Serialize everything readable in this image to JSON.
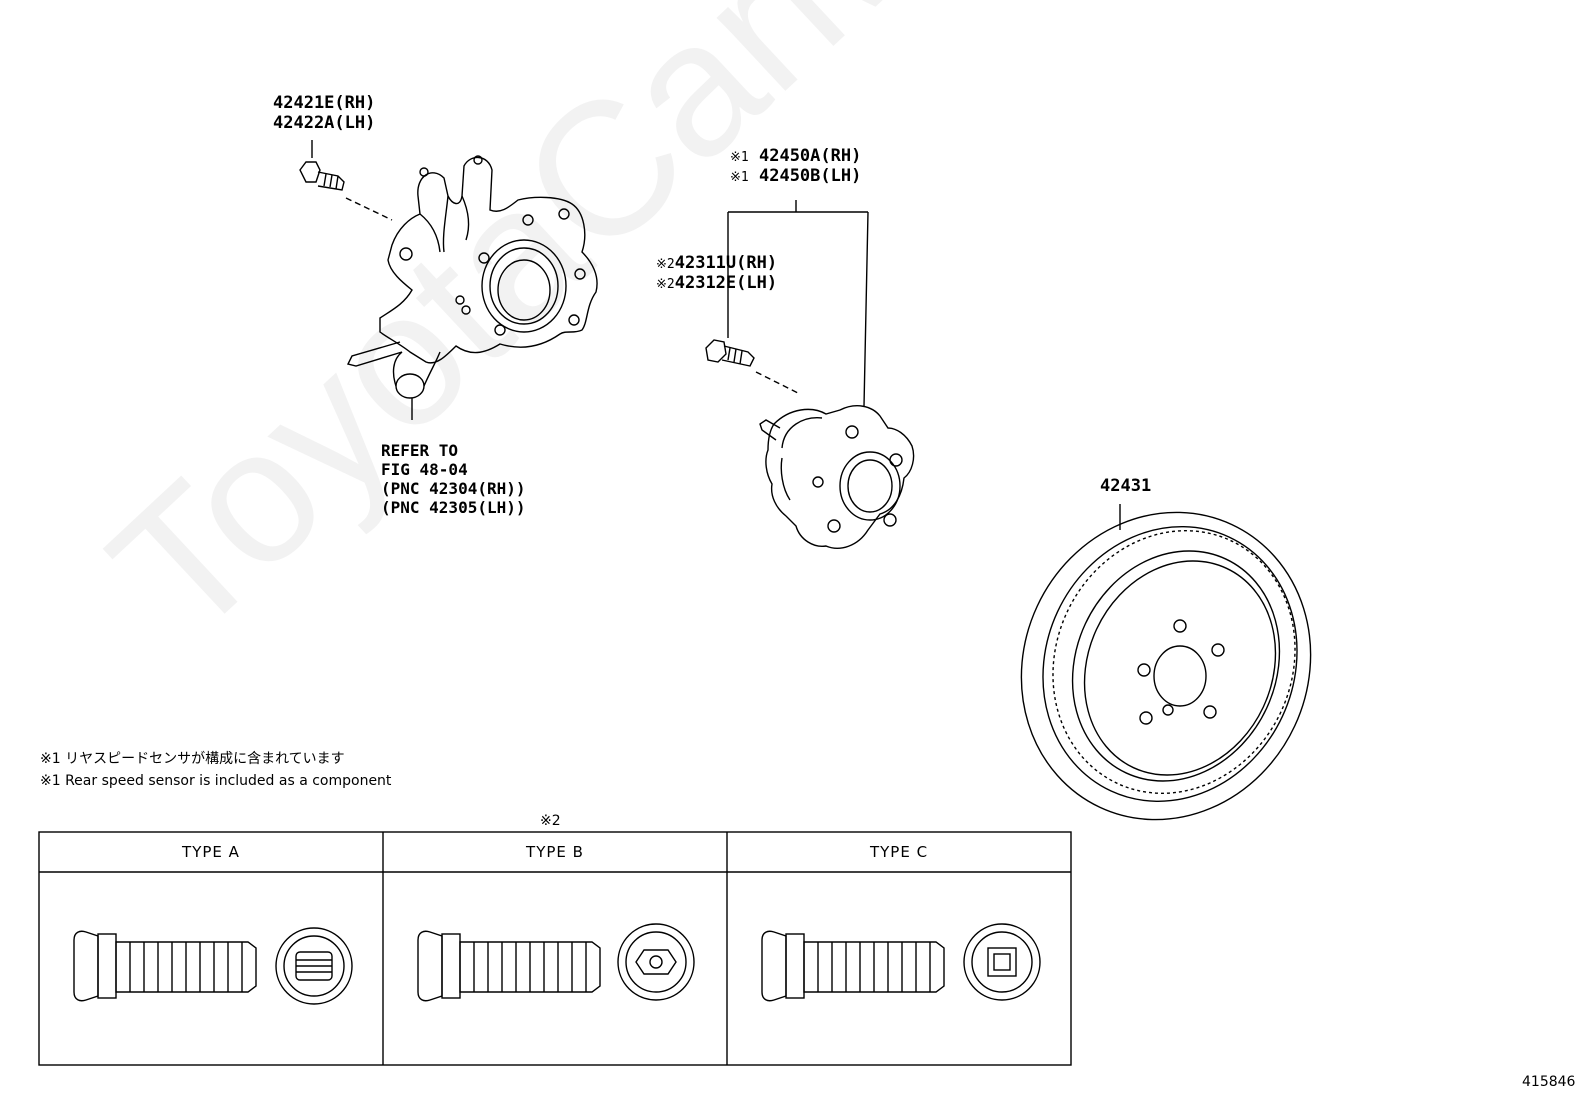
{
  "watermark": "ToyotaCarMine.ru",
  "labels": {
    "knuckle_rh": "42421E(RH)",
    "knuckle_lh": "42422A(LH)",
    "hub_mark": "※1",
    "hub_rh": "42450A(RH)",
    "hub_lh": "42450B(LH)",
    "bolt_mark": "※2",
    "bolt_rh": "42311U(RH)",
    "bolt_lh": "42312E(LH)",
    "disc": "42431"
  },
  "refer": {
    "line1": "REFER TO",
    "line2": "FIG 48-04",
    "line3": "(PNC 42304(RH))",
    "line4": "(PNC 42305(LH))"
  },
  "notes": {
    "jp": "※1 リヤスピードセンサが構成に含まれています",
    "en": "※1 Rear speed sensor is included as a component"
  },
  "table": {
    "mark": "※2",
    "types": [
      "TYPE A",
      "TYPE B",
      "TYPE C"
    ]
  },
  "figure_number": "415846"
}
